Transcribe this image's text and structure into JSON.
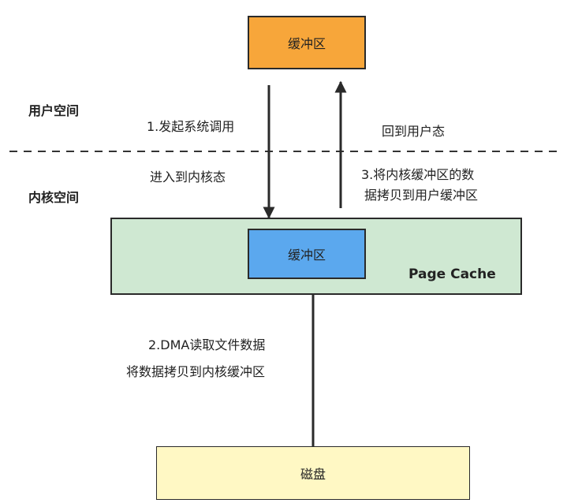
{
  "regions": {
    "user_space": "用户空间",
    "kernel_space": "内核空间"
  },
  "boxes": {
    "user_buffer": "缓冲区",
    "page_cache_label": "Page Cache",
    "kernel_buffer": "缓冲区",
    "disk": "磁盘"
  },
  "arrows": {
    "syscall_line1": "1.发起系统调用",
    "syscall_line2": "进入到内核态",
    "return_line": "回到用户态",
    "copy_to_user_line1": "3.将内核缓冲区的数",
    "copy_to_user_line2": "据拷贝到用户缓冲区",
    "dma_line1": "2.DMA读取文件数据",
    "dma_line2": "将数据拷贝到内核缓冲区"
  },
  "colors": {
    "user_buffer_fill": "#F7A63A",
    "page_cache_fill": "#CFE8D2",
    "kernel_buffer_fill": "#5BA8EE",
    "disk_fill": "#FFF8C4",
    "arrow_stroke": "#2a2a2a"
  }
}
